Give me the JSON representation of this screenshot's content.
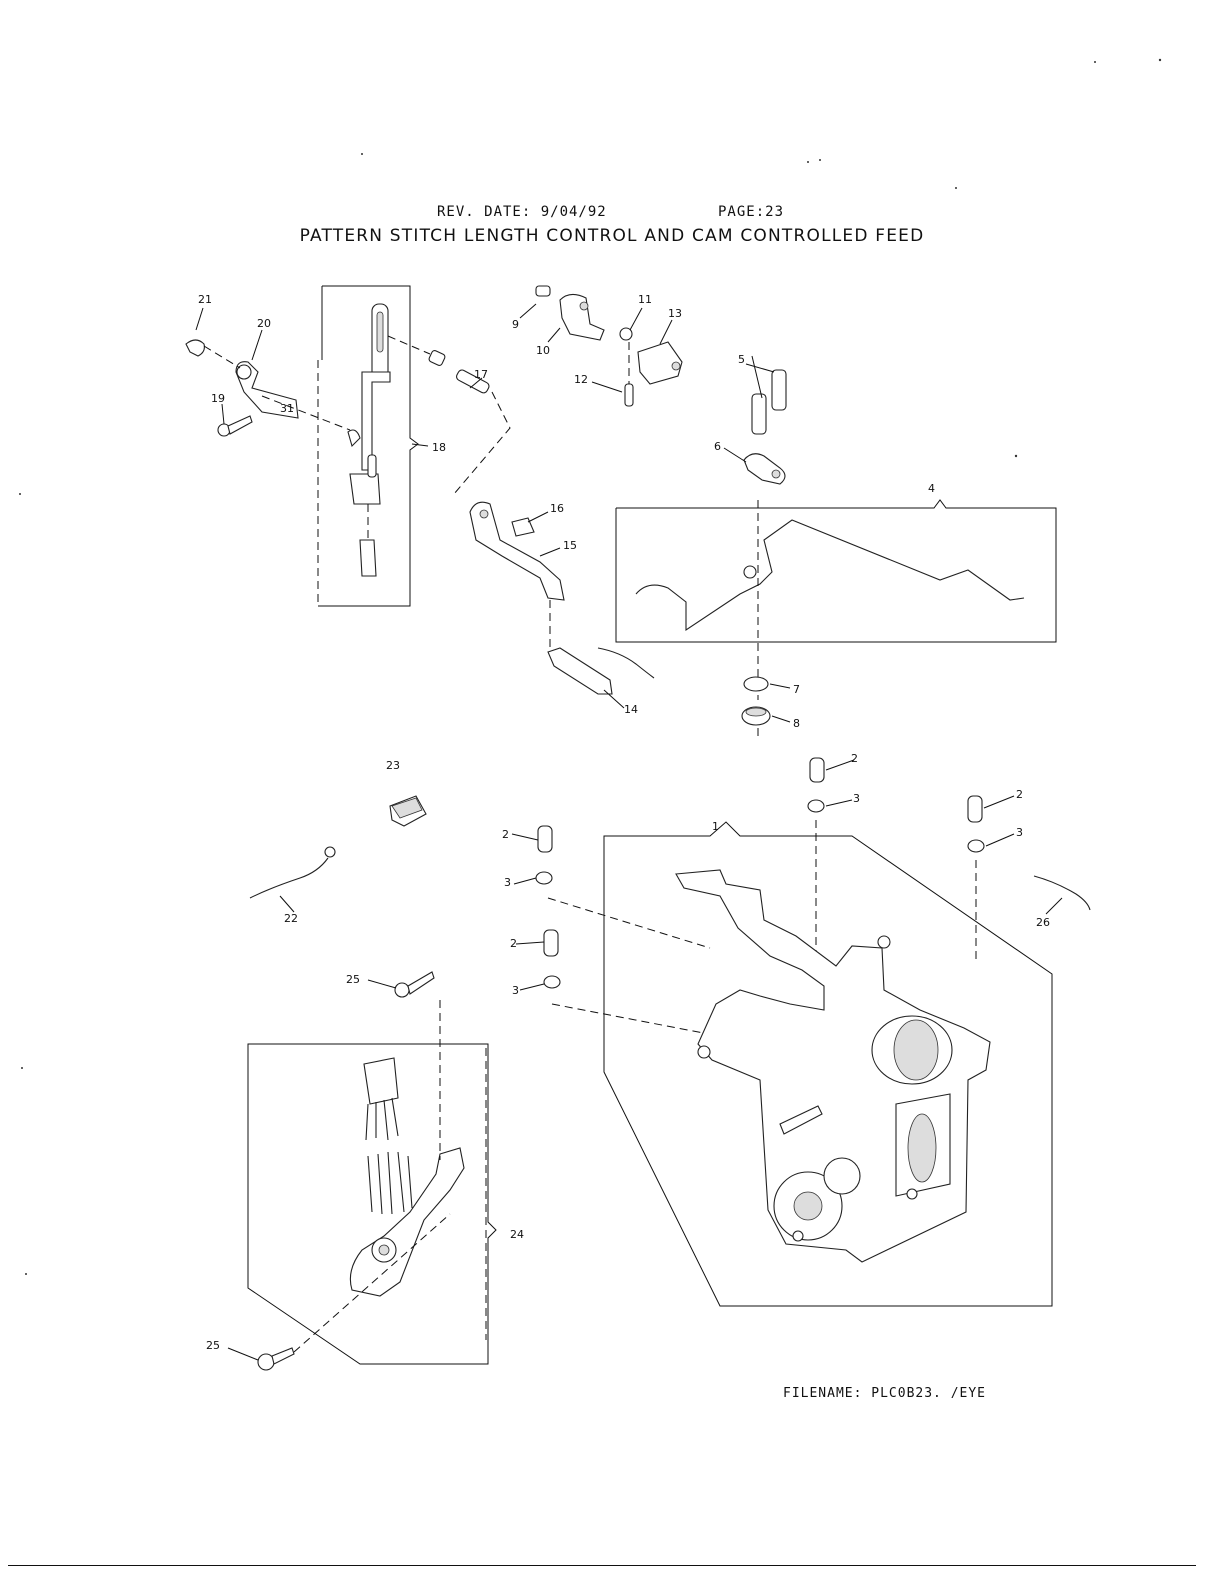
{
  "header": {
    "rev_date": "REV. DATE: 9/04/92",
    "page": "PAGE:23",
    "title": "PATTERN STITCH LENGTH CONTROL AND CAM CONTROLLED FEED"
  },
  "footer": {
    "filename": "FILENAME: PLC0B23.    /EYE"
  },
  "callouts": {
    "c1": "1",
    "c2a": "2",
    "c2b": "2",
    "c2c": "2",
    "c2d": "2",
    "c3a": "3",
    "c3b": "3",
    "c3c": "3",
    "c3d": "3",
    "c4": "4",
    "c5": "5",
    "c6": "6",
    "c7": "7",
    "c8": "8",
    "c9": "9",
    "c10": "10",
    "c11": "11",
    "c12": "12",
    "c13": "13",
    "c14": "14",
    "c15": "15",
    "c16": "16",
    "c17": "17",
    "c18": "18",
    "c19": "19",
    "c20": "20",
    "c21": "21",
    "c22": "22",
    "c23": "23",
    "c24": "24",
    "c25a": "25",
    "c25b": "25",
    "c26": "26",
    "c31": "31"
  }
}
